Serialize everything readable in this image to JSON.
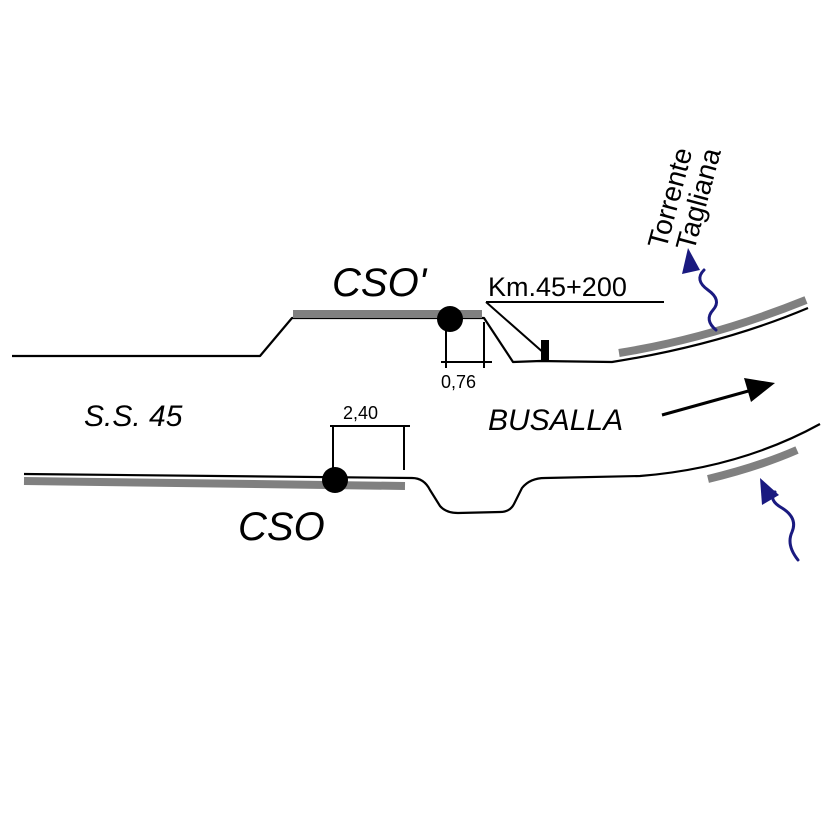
{
  "labels": {
    "cso_prime": "CSO'",
    "cso": "CSO",
    "km_marker": "Km.45+200",
    "road_name": "S.S. 45",
    "direction": "BUSALLA",
    "river_line1": "Torrente",
    "river_line2": "Tagliana",
    "dim_top": "0,76",
    "dim_bottom": "2,40"
  },
  "colors": {
    "road_edge": "#000000",
    "guardrail": "#808080",
    "stream": "#1a1a80",
    "station_marker": "#000000"
  }
}
